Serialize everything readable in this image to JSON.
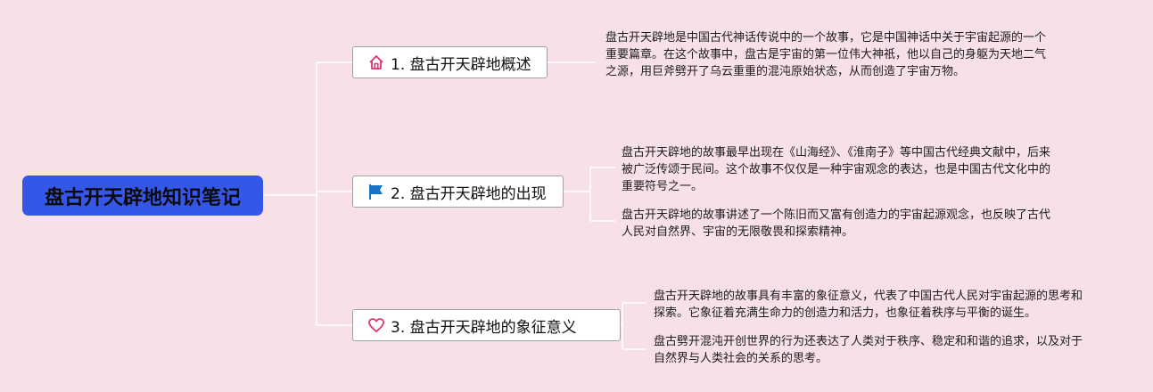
{
  "root": {
    "title": "盘古开天辟地知识笔记",
    "color": "#3557e8"
  },
  "branches": [
    {
      "icon": "home-icon",
      "label": "1. 盘古开天辟地概述",
      "notes": [
        "盘古开天辟地是中国古代神话传说中的一个故事，它是中国神话中关于宇宙起源的一个重要篇章。在这个故事中，盘古是宇宙的第一位伟大神祇，他以自己的身躯为天地二气之源，用巨斧劈开了乌云重重的混沌原始状态，从而创造了宇宙万物。"
      ]
    },
    {
      "icon": "flag-icon",
      "label": "2. 盘古开天辟地的出现",
      "notes": [
        "盘古开天辟地的故事最早出现在《山海经》、《淮南子》等中国古代经典文献中，后来被广泛传颂于民间。这个故事不仅仅是一种宇宙观念的表达，也是中国古代文化中的重要符号之一。",
        "盘古开天辟地的故事讲述了一个陈旧而又富有创造力的宇宙起源观念，也反映了古代人民对自然界、宇宙的无限敬畏和探索精神。"
      ]
    },
    {
      "icon": "heart-icon",
      "label": "3. 盘古开天辟地的象征意义",
      "notes": [
        "盘古开天辟地的故事具有丰富的象征意义，代表了中国古代人民对宇宙起源的思考和探索。它象征着充满生命力的创造力和活力，也象征着秩序与平衡的诞生。",
        "盘古劈开混沌开创世界的行为还表达了人类对于秩序、稳定和和谐的追求，以及对于自然界与人类社会的关系的思考。"
      ]
    }
  ]
}
